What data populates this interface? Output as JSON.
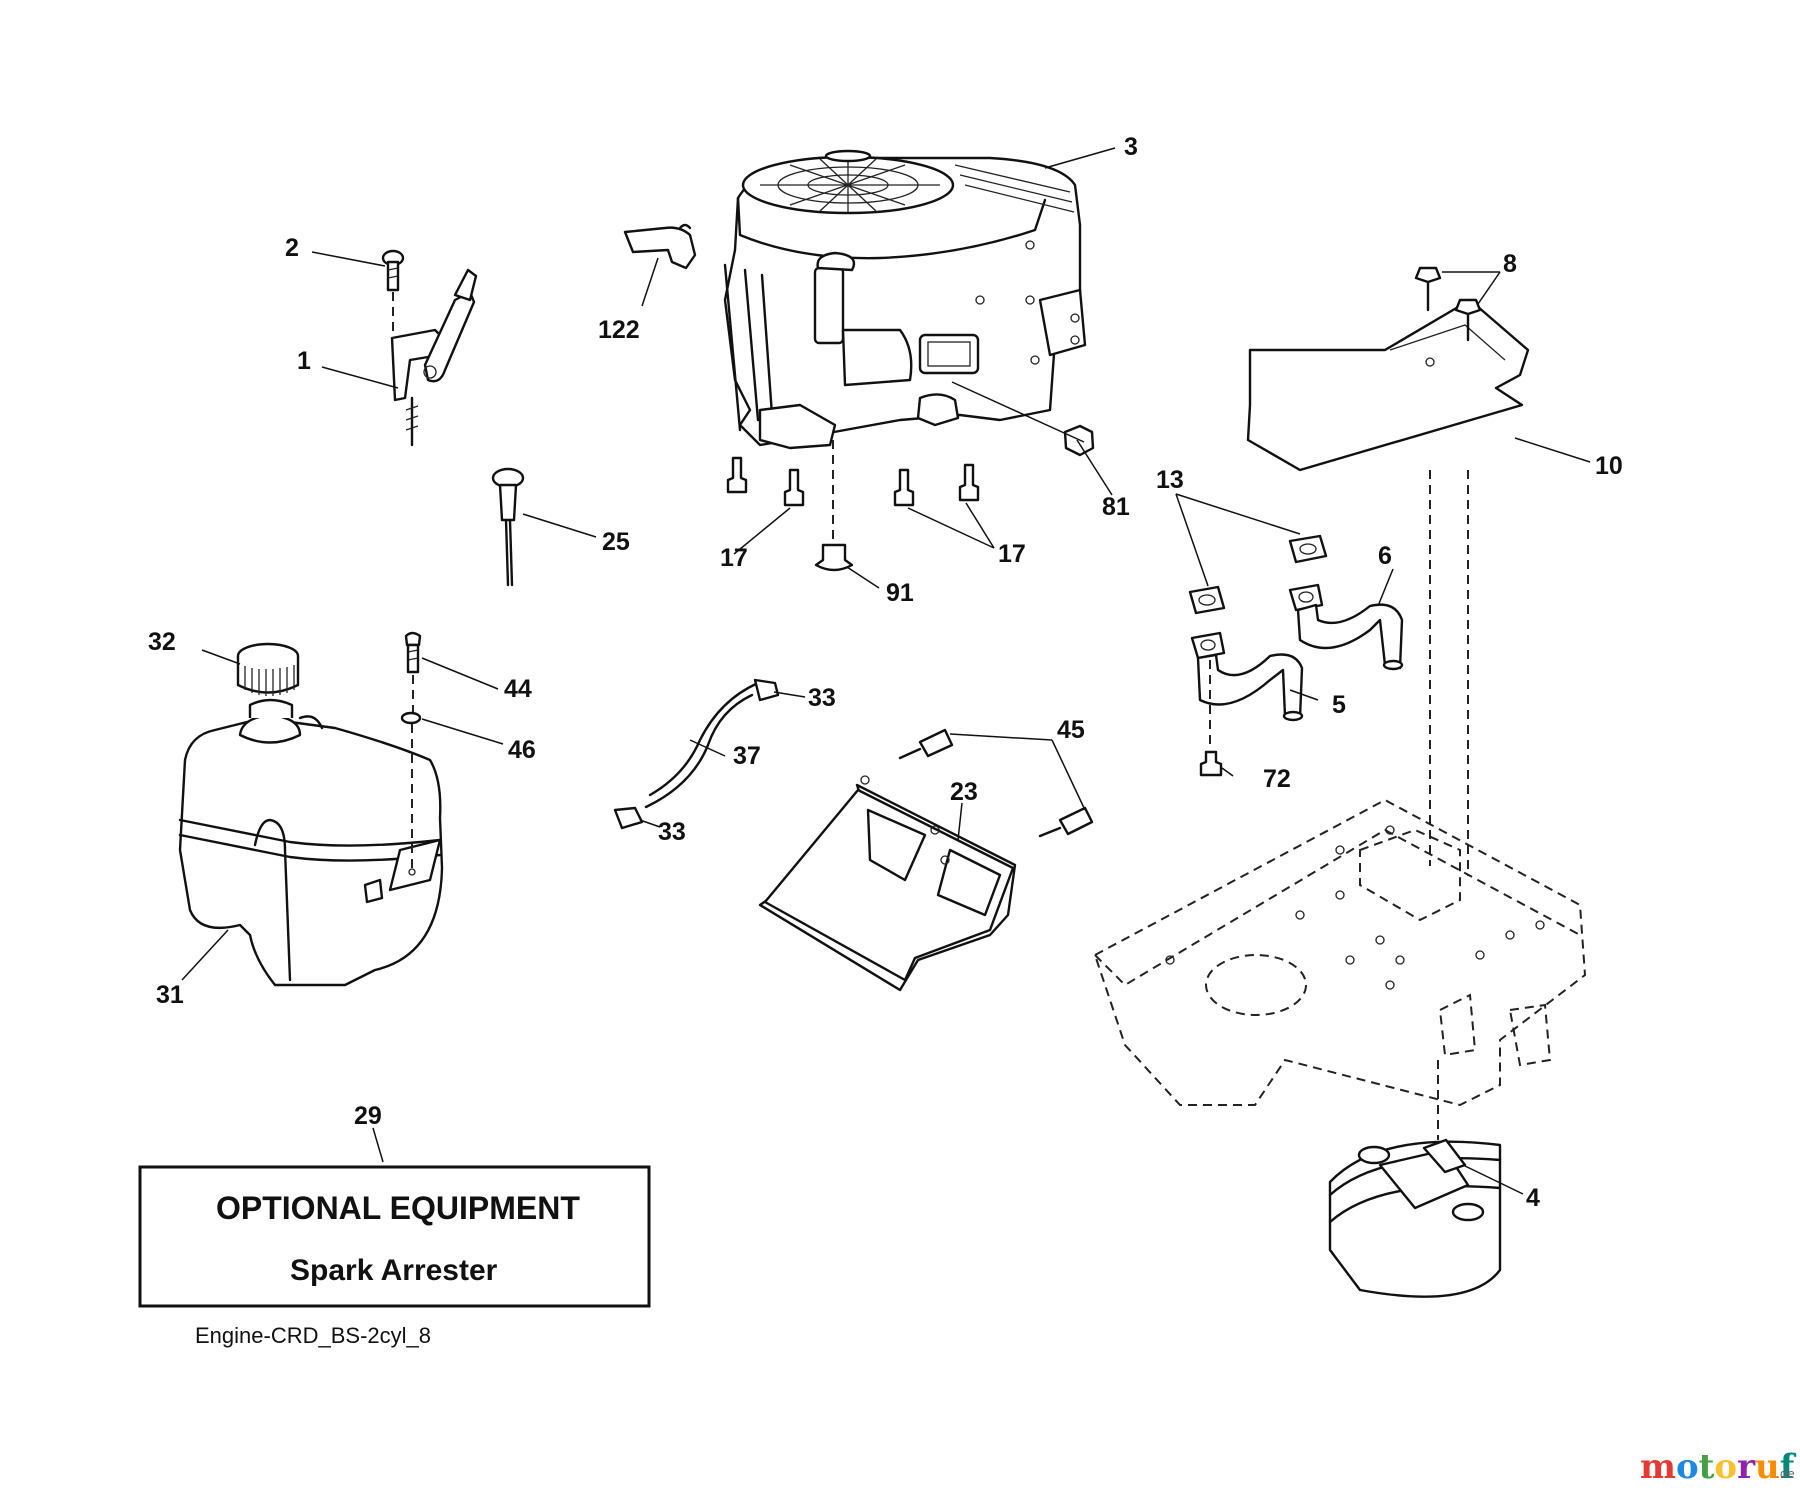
{
  "callouts": [
    {
      "id": "3",
      "label": "3"
    },
    {
      "id": "2",
      "label": "2"
    },
    {
      "id": "1",
      "label": "1"
    },
    {
      "id": "122",
      "label": "122"
    },
    {
      "id": "8",
      "label": "8"
    },
    {
      "id": "10",
      "label": "10"
    },
    {
      "id": "81",
      "label": "81"
    },
    {
      "id": "13",
      "label": "13"
    },
    {
      "id": "25",
      "label": "25"
    },
    {
      "id": "17a",
      "label": "17"
    },
    {
      "id": "17b",
      "label": "17"
    },
    {
      "id": "91",
      "label": "91"
    },
    {
      "id": "6",
      "label": "6"
    },
    {
      "id": "32",
      "label": "32"
    },
    {
      "id": "44",
      "label": "44"
    },
    {
      "id": "33a",
      "label": "33"
    },
    {
      "id": "5",
      "label": "5"
    },
    {
      "id": "45",
      "label": "45"
    },
    {
      "id": "46",
      "label": "46"
    },
    {
      "id": "37",
      "label": "37"
    },
    {
      "id": "72",
      "label": "72"
    },
    {
      "id": "23",
      "label": "23"
    },
    {
      "id": "33b",
      "label": "33"
    },
    {
      "id": "31",
      "label": "31"
    },
    {
      "id": "29",
      "label": "29"
    },
    {
      "id": "4",
      "label": "4"
    }
  ],
  "optional_box": {
    "title": "OPTIONAL EQUIPMENT",
    "item": "Spark Arrester"
  },
  "caption": "Engine-CRD_BS-2cyl_8",
  "watermark": {
    "text": "motoruf",
    "suffix": ".de",
    "colors": [
      "#e53935",
      "#1e88e5",
      "#43a047",
      "#fbc02d",
      "#8e24aa",
      "#fb8c00",
      "#00897b"
    ]
  }
}
